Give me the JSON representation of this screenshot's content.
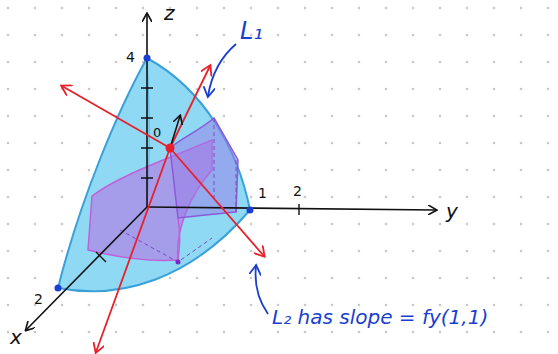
{
  "diagram": {
    "labels": [
      "z",
      "4",
      "L₁",
      "0",
      "1",
      "2",
      "y",
      "2",
      "x",
      "L₂ has slope = fy(1,1)"
    ]
  }
}
